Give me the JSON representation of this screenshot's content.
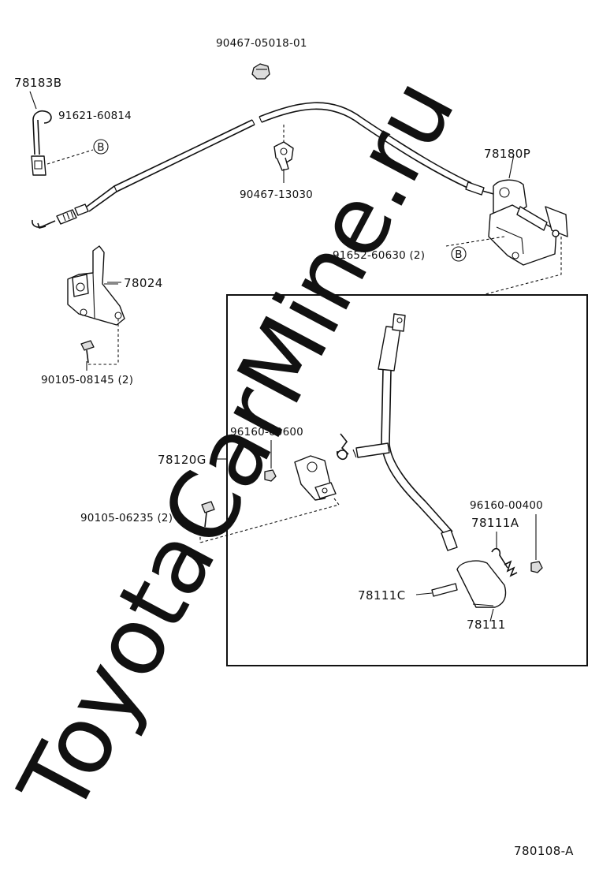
{
  "watermark": "ToyotaCarMine.ru",
  "footer_code": "780108-A",
  "callout_b": "B",
  "labels": {
    "p78183B": "78183B",
    "p91621": "91621-60814",
    "p90467_05018": "90467-05018-01",
    "p90467_13030": "90467-13030",
    "p78180P": "78180P",
    "p91652": "91652-60630 (2)",
    "p78024": "78024",
    "p90105_08145": "90105-08145 (2)",
    "p78120G": "78120G",
    "p96160_00600": "96160-00600",
    "p90105_06235": "90105-06235 (2)",
    "p96160_00400": "96160-00400",
    "p78111A": "78111A",
    "p78111C": "78111C",
    "p78111": "78111"
  }
}
